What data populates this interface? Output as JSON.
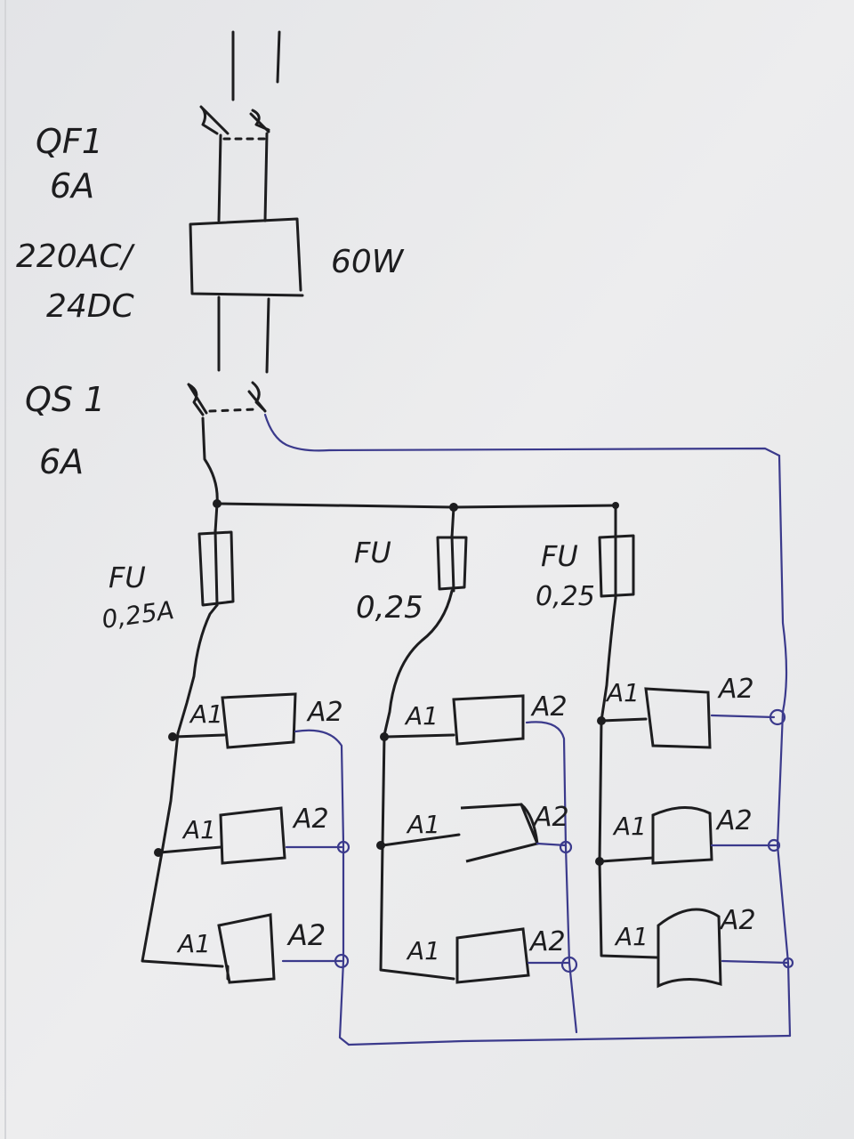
{
  "colors": {
    "paper": "#e9eaec",
    "ink": "#1d1d1f",
    "blue_ink": "#3b3a8c"
  },
  "breaker": {
    "ref": "QF1",
    "rating": "6A"
  },
  "power_supply": {
    "conversion_line1": "220AC/",
    "conversion_line2": "24DC",
    "power": "60W"
  },
  "disconnect": {
    "ref": "QS 1",
    "rating": "6A"
  },
  "fuses": [
    {
      "ref": "FU",
      "rating": "0,25A"
    },
    {
      "ref": "FU",
      "rating": "0,25"
    },
    {
      "ref": "FU",
      "rating": "0,25"
    }
  ],
  "coil_terminals": {
    "a1": "A1",
    "a2": "A2"
  }
}
